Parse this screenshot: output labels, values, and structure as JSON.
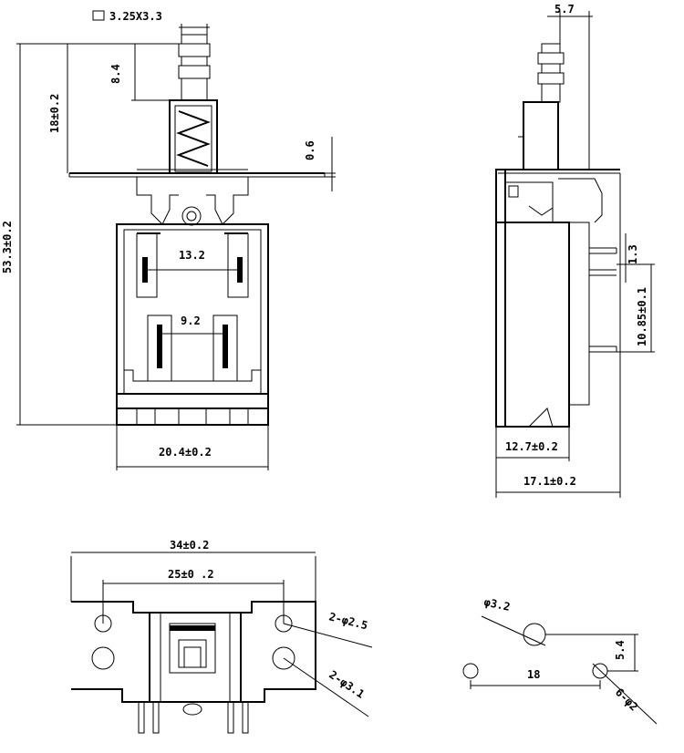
{
  "colors": {
    "line": "#000000",
    "background": "#ffffff"
  },
  "labels": {
    "square_size": "3.25X3.3",
    "travel": "8.4",
    "height_upper": "18±0.2",
    "overall_height": "53.3±0.2",
    "plate_thickness": "0.6",
    "pin_spacing_wide": "13.2",
    "pin_spacing_narrow": "9.2",
    "body_width": "20.4±0.2",
    "top_offset": "5.7",
    "pin_top": "1.3",
    "pin_spacing_side": "10.85±0.1",
    "side_depth": "12.7±0.2",
    "side_total": "17.1±0.2",
    "mount_width": "34±0.2",
    "mount_hole_spacing": "25±0  .2",
    "hole_small": "2-φ2.5",
    "hole_large": "2-φ3.1",
    "pcb_hole_center": "φ3.2",
    "pcb_spacing_h": "18",
    "pcb_spacing_v": "5.4",
    "pcb_hole_small": "6-φ2"
  }
}
